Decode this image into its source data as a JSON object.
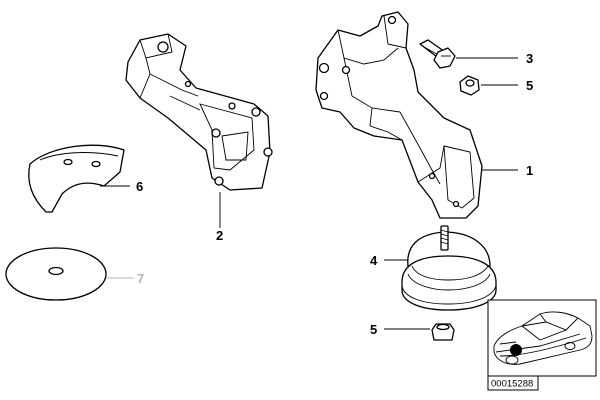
{
  "callouts": {
    "c1": "1",
    "c2": "2",
    "c3": "3",
    "c4": "4",
    "c5a": "5",
    "c5b": "5",
    "c6": "6",
    "c7": "7"
  },
  "inset": {
    "reference_code": "00015288"
  }
}
